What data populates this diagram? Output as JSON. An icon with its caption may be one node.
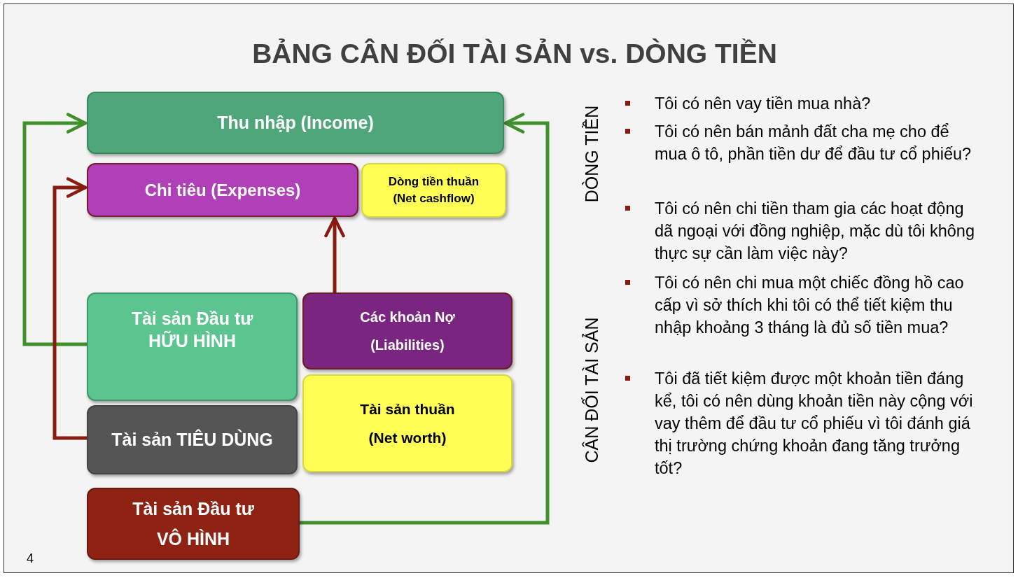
{
  "diagram": {
    "title": "BẢNG CÂN ĐỐI TÀI SẢN vs. DÒNG TIỀN",
    "nodes": [
      {
        "text": [
          "Thu nhập (Income)"
        ]
      },
      {
        "text": [
          "Chi tiêu (Expenses)"
        ]
      },
      {
        "text": [
          "Dòng tiền thuần (Net cashflow)"
        ]
      },
      {
        "text": [
          "Tài sản Đầu tư HỮU HÌNH"
        ]
      },
      {
        "text": [
          "Tài sản TIÊU DÙNG"
        ]
      },
      {
        "text": [
          "Các khoản Nợ (Liabilities)"
        ]
      },
      {
        "text": [
          "Tài sản thuần (Net worth)"
        ]
      },
      {
        "text": [
          "Tài sản Đầu tư VÔ HÌNH"
        ]
      }
    ],
    "edges": [
      {
        "from": 3,
        "to": 0,
        "arrow": "to",
        "color": "#3f8f2a"
      },
      {
        "from": 4,
        "to": 1,
        "arrow": "to",
        "color": "#8b1a10"
      },
      {
        "from": 5,
        "to": 1,
        "arrow": "to",
        "color": "#8b1a10"
      },
      {
        "from": 7,
        "to": 0,
        "arrow": "to",
        "color": "#3f8f2a"
      }
    ],
    "labels": [
      "DÒNG TIỀN",
      "CÂN ĐỐI TÀI SẢN",
      "Tôi có nên vay tiền mua nhà?",
      "Tôi có nên bán mảnh đất cha mẹ cho để mua ô tô, phần tiền dư để đầu tư cổ phiếu?",
      "Tôi có nên chi tiền tham gia các hoạt động dã ngoại với đồng nghiệp, mặc dù tôi không thực sự cần làm việc này?",
      "Tôi có nên chi mua một chiếc đồng hồ cao cấp vì sở thích khi tôi có thể tiết kiệm thu nhập khoảng  3 tháng là đủ số tiền mua?",
      "Tôi đã tiết kiệm được một khoản tiền đáng kể, tôi có nên dùng khoản tiền này cộng với vay thêm để đầu tư cổ phiếu vì tôi đánh giá thị trường chứng khoản đang tăng trưởng tốt?",
      "4"
    ]
  }
}
